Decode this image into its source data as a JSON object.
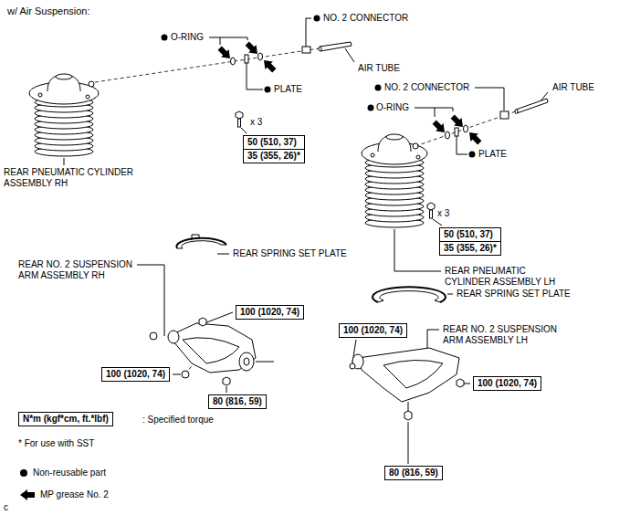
{
  "diagram": {
    "title": "w/ Air Suspension:",
    "nodes": [
      {
        "text": [
          "50 (510, 37)",
          "35 (355, 26)*"
        ]
      },
      {
        "text": [
          "50 (510, 37)",
          "35 (355, 26)*"
        ]
      },
      {
        "text": [
          "100 (1020, 74)"
        ]
      },
      {
        "text": [
          "100 (1020, 74)"
        ]
      },
      {
        "text": [
          "100 (1020, 74)"
        ]
      },
      {
        "text": [
          "100 (1020, 74)"
        ]
      },
      {
        "text": [
          "80 (816, 59)"
        ]
      },
      {
        "text": [
          "N*m (kgf*cm, ft.*lbf)"
        ]
      },
      {
        "text": [
          "80 (816, 59)"
        ]
      }
    ],
    "labels": [
      "NO. 2 CONNECTOR",
      "O-RING",
      "AIR TUBE",
      "PLATE",
      "x 3",
      "REAR PNEUMATIC CYLINDER ASSEMBLY RH",
      "NO. 2 CONNECTOR",
      "AIR TUBE",
      "O-RING",
      "PLATE",
      "x 3",
      "REAR PNEUMATIC CYLINDER ASSEMBLY LH",
      "REAR SPRING SET PLATE",
      "REAR NO. 2 SUSPENSION ARM ASSEMBLY RH",
      "REAR SPRING SET PLATE",
      "REAR NO. 2 SUSPENSION ARM ASSEMBLY LH",
      ": Specified torque",
      "* For use with SST",
      "c"
    ],
    "legend": [
      {
        "text": "Non-reusable part"
      },
      {
        "text": "MP grease No. 2"
      }
    ]
  }
}
